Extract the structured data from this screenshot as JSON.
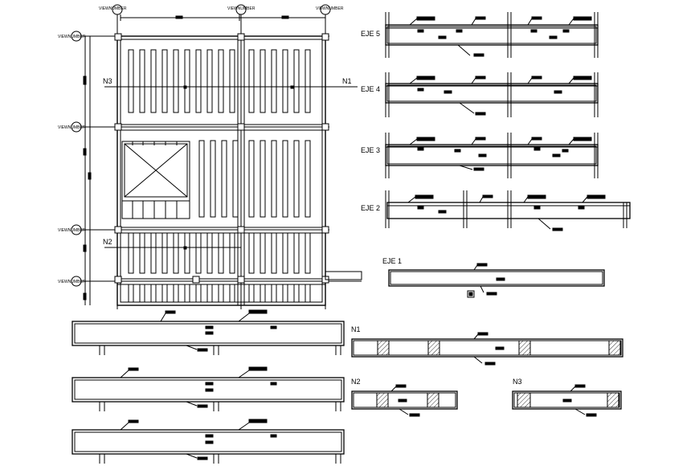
{
  "drawing": {
    "bubble_label": "VIEWNUMBER",
    "plan_labels": {
      "n3": "N3",
      "n1": "N1",
      "n2": "N2"
    },
    "axis_labels": {
      "eje5": "EJE 5",
      "eje4": "EJE 4",
      "eje3": "EJE 3",
      "eje2": "EJE 2",
      "eje1": "EJE 1"
    },
    "section_labels": {
      "n1": "N1",
      "n2": "N2",
      "n3": "N3"
    }
  }
}
